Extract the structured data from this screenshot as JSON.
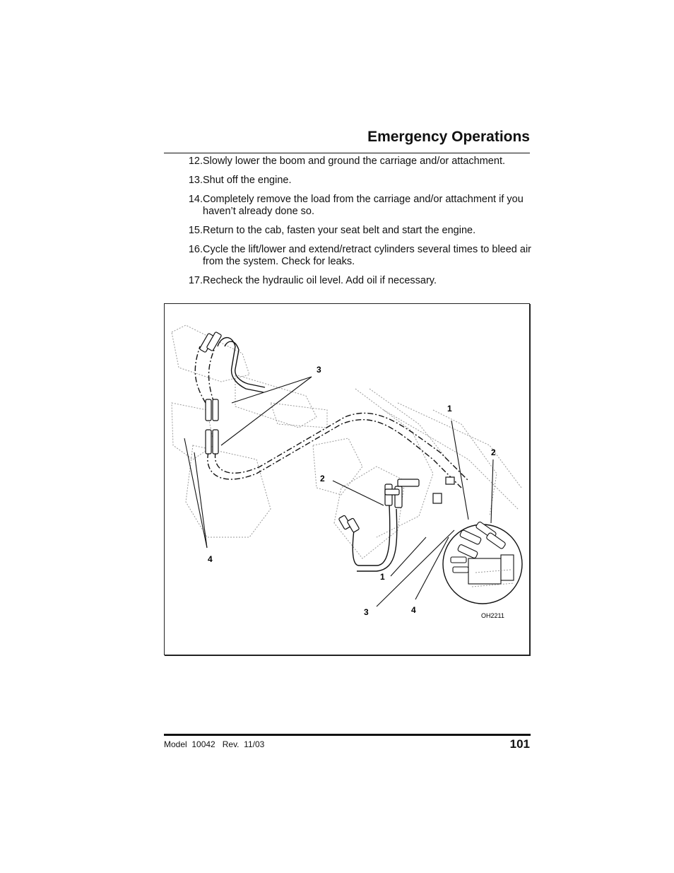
{
  "header": {
    "title": "Emergency Operations"
  },
  "steps": [
    {
      "num": "12.",
      "text": "Slowly lower the boom and ground the carriage and/or attachment."
    },
    {
      "num": "13.",
      "text": "Shut off the engine."
    },
    {
      "num": "14.",
      "text": "Completely remove the load from the carriage and/or attachment if you haven’t already done so."
    },
    {
      "num": "15.",
      "text": "Return to the cab, fasten your seat belt and start the engine."
    },
    {
      "num": "16.",
      "text": "Cycle the lift/lower and extend/retract cylinders several times to bleed air from the system. Check for leaks."
    },
    {
      "num": "17.",
      "text": "Recheck the hydraulic oil level. Add oil if necessary."
    }
  ],
  "figure": {
    "callouts": {
      "c3_top": "3",
      "c1_top": "1",
      "c2_right": "2",
      "c2_mid": "2",
      "c4_left": "4",
      "c1_bottom": "1",
      "c3_bottom": "3",
      "c4_bottom": "4"
    },
    "figure_id": "OH2211"
  },
  "footer": {
    "model_label": "Model  10042   Rev.  11/03",
    "page_number": "101"
  }
}
